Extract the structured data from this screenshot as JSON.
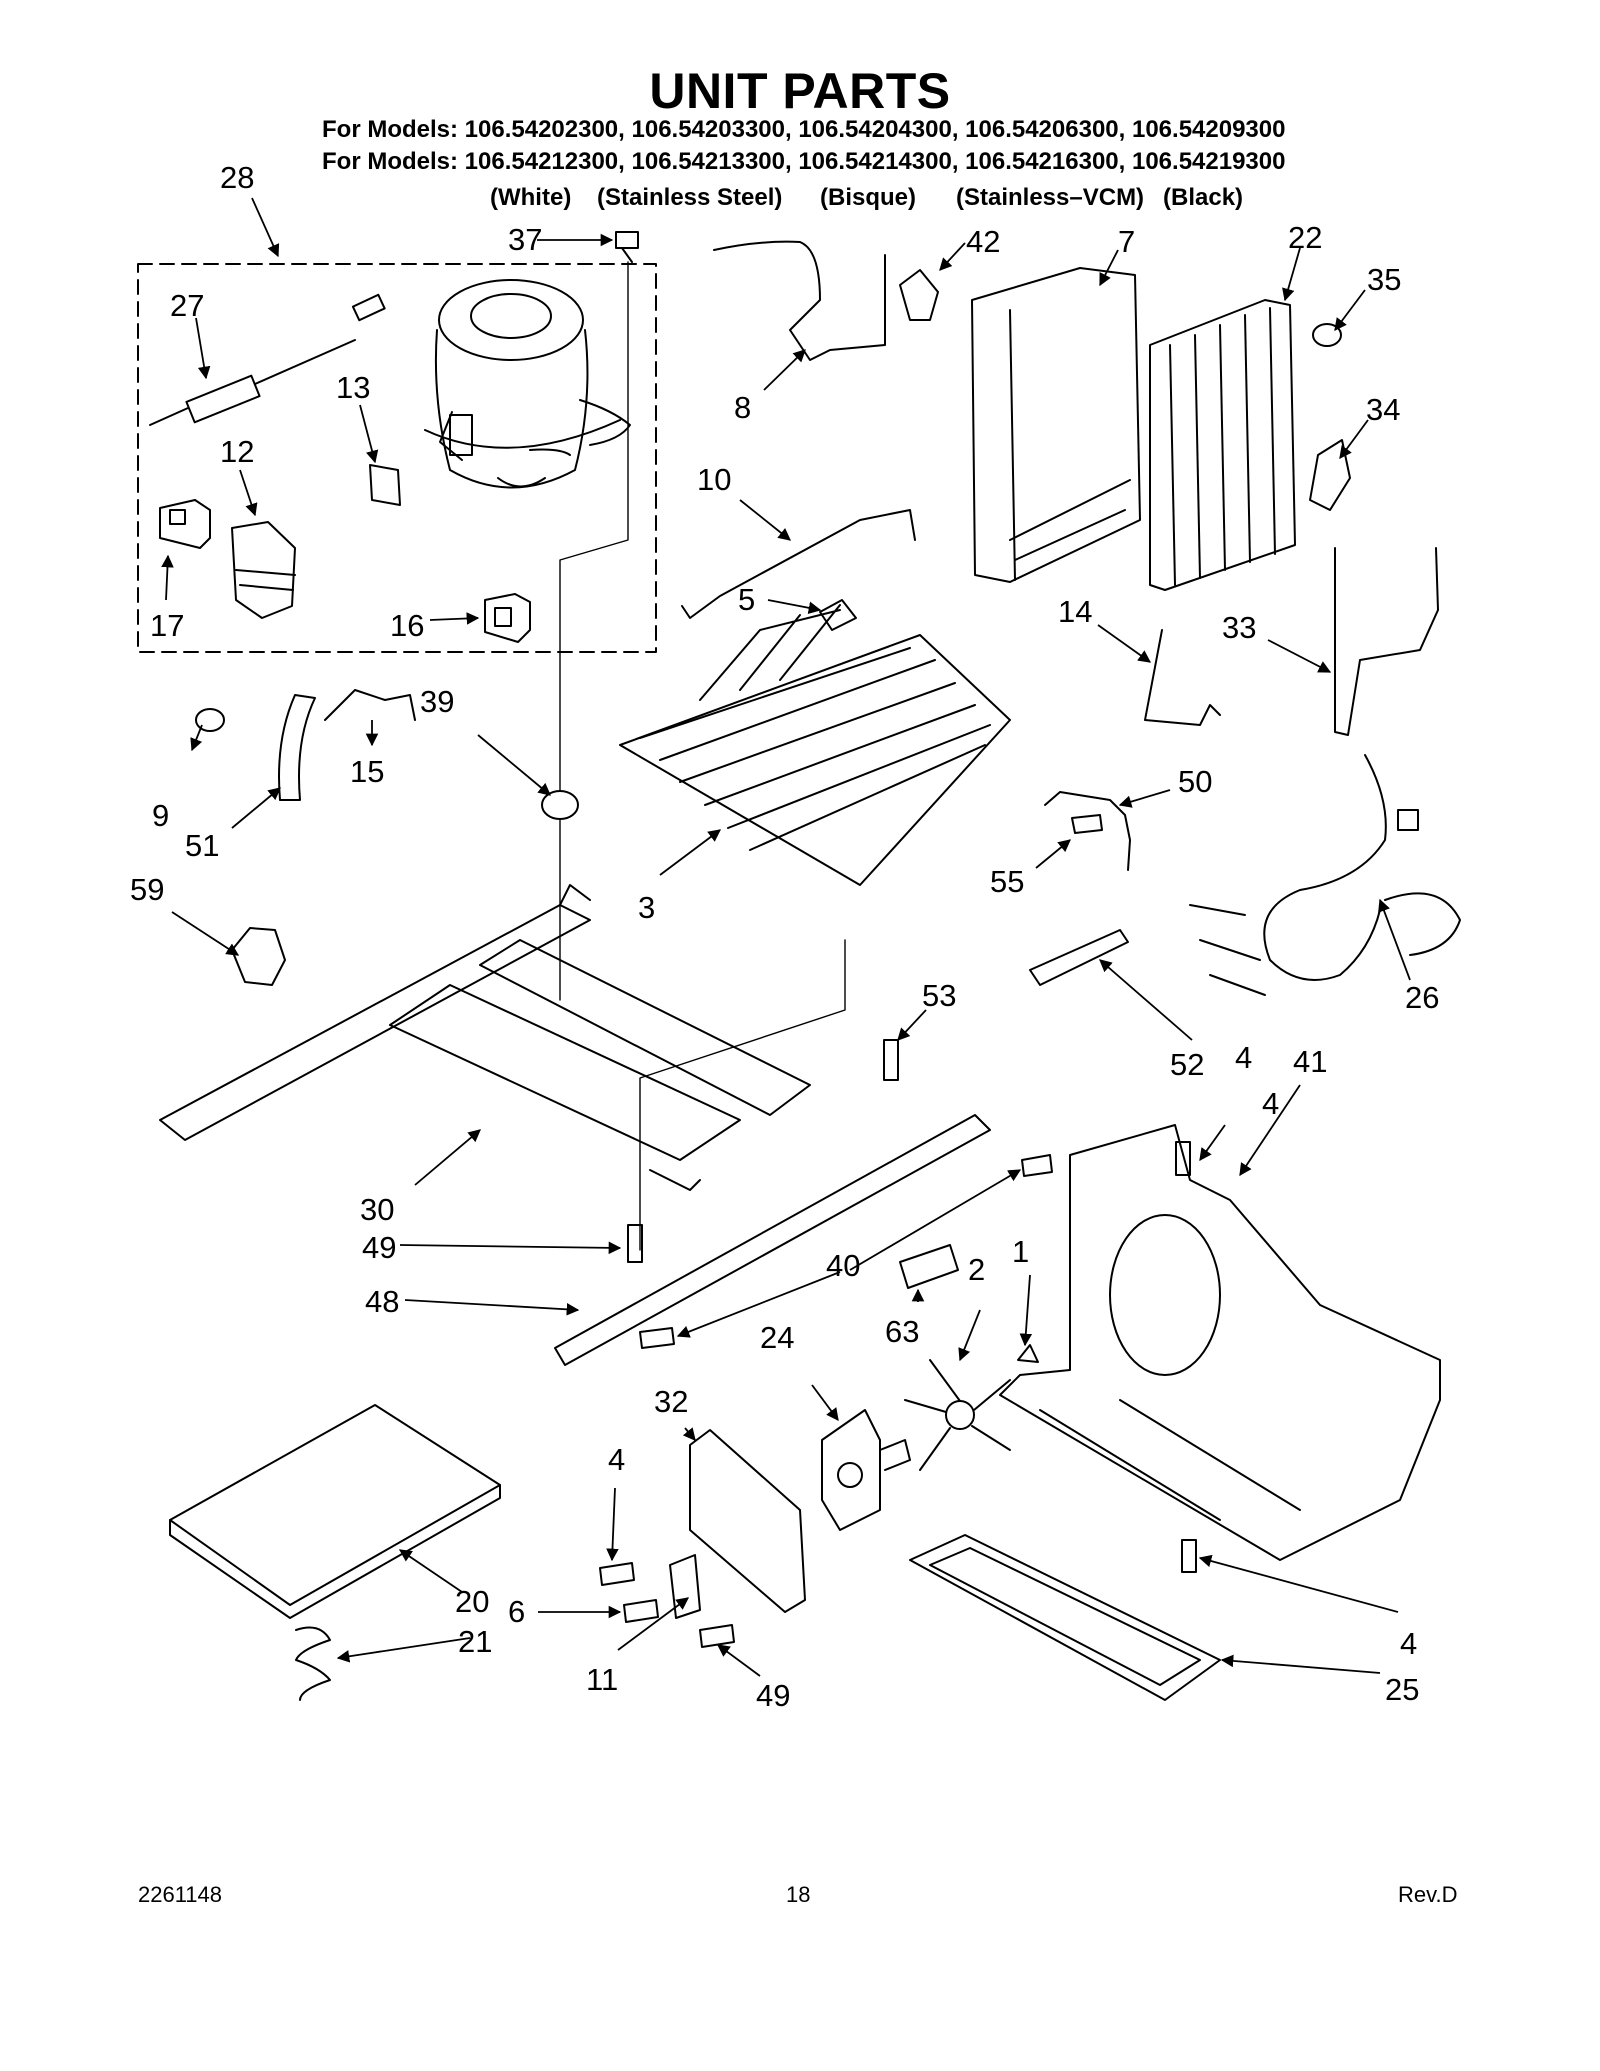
{
  "title": "UNIT PARTS",
  "models_line_1": "For Models: 106.54202300, 106.54203300, 106.54204300, 106.54206300, 106.54209300",
  "models_line_2": "For Models: 106.54212300, 106.54213300, 106.54214300, 106.54216300, 106.54219300",
  "colors": [
    "(White)",
    "(Stainless Steel)",
    "(Bisque)",
    "(Stainless–VCM)",
    "(Black)"
  ],
  "callouts": [
    "1",
    "2",
    "3",
    "4",
    "4",
    "4",
    "4",
    "5",
    "6",
    "7",
    "8",
    "9",
    "10",
    "11",
    "12",
    "13",
    "14",
    "15",
    "16",
    "17",
    "20",
    "21",
    "22",
    "24",
    "25",
    "26",
    "27",
    "28",
    "30",
    "32",
    "33",
    "34",
    "35",
    "37",
    "39",
    "40",
    "41",
    "42",
    "48",
    "49",
    "49",
    "50",
    "51",
    "52",
    "53",
    "55",
    "59",
    "63"
  ],
  "footer": {
    "doc_number": "2261148",
    "page_number": "18",
    "revision": "Rev.D"
  }
}
